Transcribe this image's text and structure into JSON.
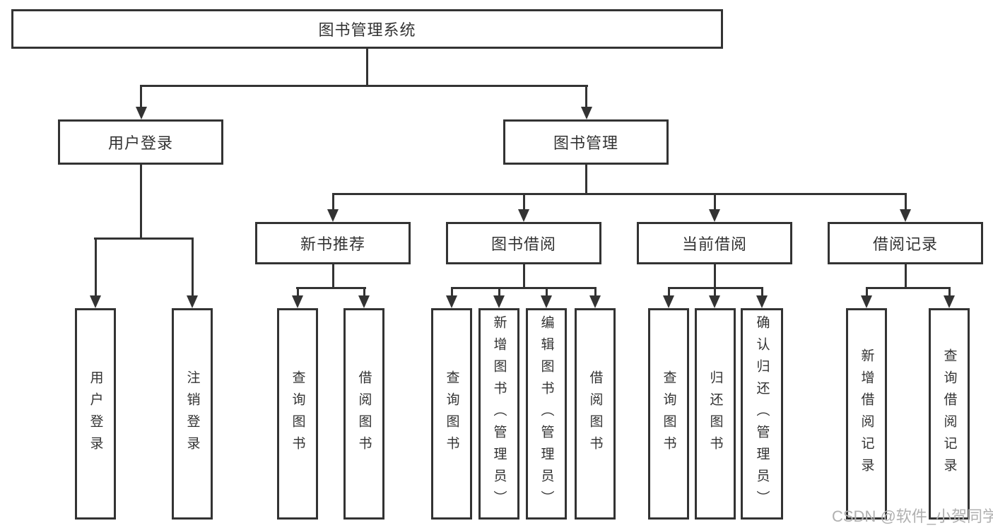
{
  "diagram": {
    "title": "图书管理系统",
    "root": {
      "label": "图书管理系统"
    },
    "branches": [
      {
        "label": "用户登录",
        "leaves": [
          "用户登录",
          "注销登录"
        ]
      },
      {
        "label": "图书管理",
        "groups": [
          {
            "label": "新书推荐",
            "leaves": [
              "查询图书",
              "借阅图书"
            ]
          },
          {
            "label": "图书借阅",
            "leaves": [
              "查询图书",
              "新增图书（管理员）",
              "编辑图书（管理员）",
              "借阅图书"
            ]
          },
          {
            "label": "当前借阅",
            "leaves": [
              "查询图书",
              "归还图书",
              "确认归还（管理员）"
            ]
          },
          {
            "label": "借阅记录",
            "leaves": [
              "新增借阅记录",
              "查询借阅记录"
            ]
          }
        ]
      }
    ]
  },
  "watermark": {
    "text": "CSDN @软件_小贺同学"
  },
  "colors": {
    "line": "#333333",
    "text": "#333333",
    "watermark": "#b0b0b0",
    "background": "#ffffff"
  }
}
